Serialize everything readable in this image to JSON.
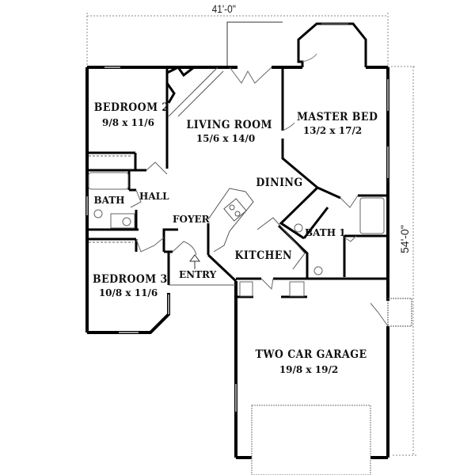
{
  "plan": {
    "overall_width": "41'-0\"",
    "overall_depth": "54'-0\"",
    "rooms": [
      {
        "name": "BEDROOM 2",
        "dims": "9/8 x 11/6"
      },
      {
        "name": "LIVING ROOM",
        "dims": "15/6 x 14/0"
      },
      {
        "name": "MASTER BED",
        "dims": "13/2 x 17/2"
      },
      {
        "name": "DINING",
        "dims": ""
      },
      {
        "name": "BATH",
        "dims": ""
      },
      {
        "name": "HALL",
        "dims": ""
      },
      {
        "name": "FOYER",
        "dims": ""
      },
      {
        "name": "BATH 1",
        "dims": ""
      },
      {
        "name": "KITCHEN",
        "dims": ""
      },
      {
        "name": "ENTRY",
        "dims": ""
      },
      {
        "name": "BEDROOM 3",
        "dims": "10/8 x 11/6"
      },
      {
        "name": "TWO CAR GARAGE",
        "dims": "19/8 x 19/2"
      }
    ],
    "colors": {
      "wall": "#000000",
      "thin_line": "#555555",
      "dim_line": "#888888",
      "background": "#ffffff"
    }
  }
}
